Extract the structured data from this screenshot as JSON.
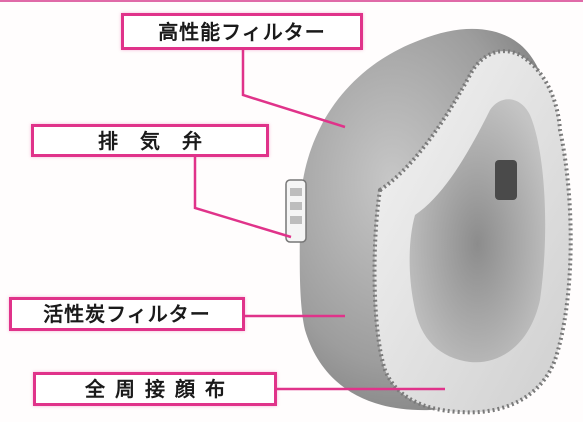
{
  "labels": {
    "high_performance_filter": "高性能フィルター",
    "exhaust_valve": "排気弁",
    "activated_carbon_filter": "活性炭フィルター",
    "full_face_seal": "全周接顔布"
  },
  "colors": {
    "label_border": "#e0338a",
    "leader_line": "#e0338a",
    "label_text": "#1a1a1a",
    "mask_body": "#9a9a9a",
    "mask_rim": "#e6e6e6",
    "mask_inner": "#b5b5b5"
  }
}
